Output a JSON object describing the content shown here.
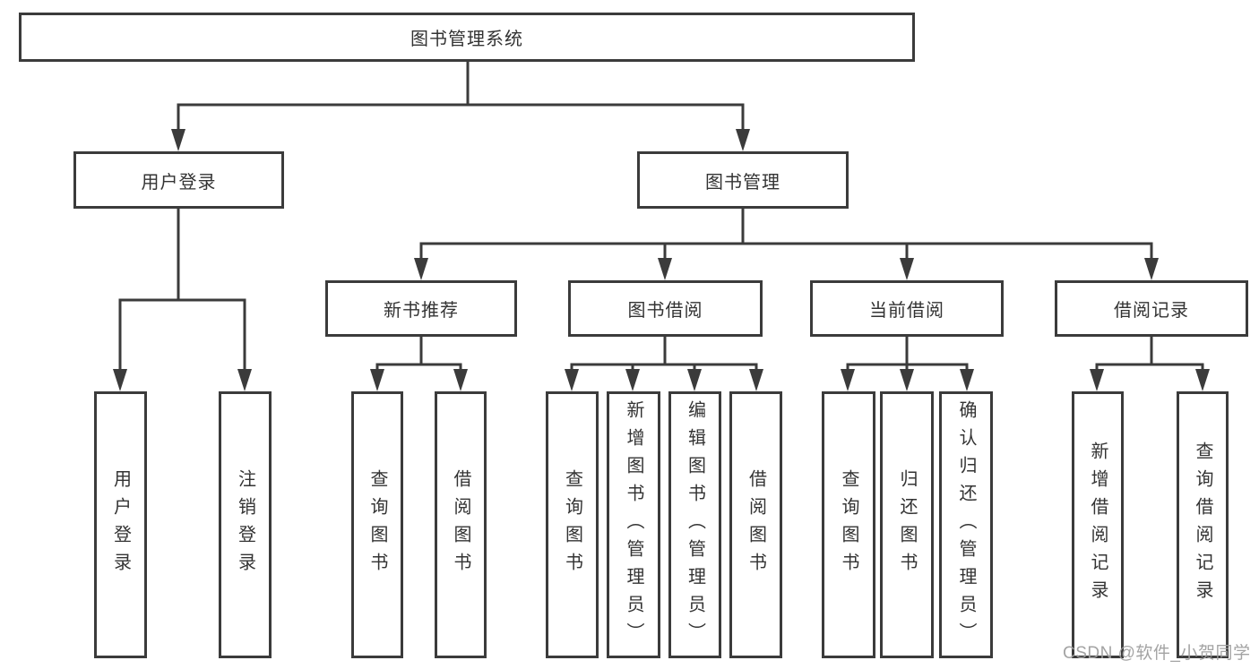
{
  "diagram": {
    "title": "图书管理系统",
    "children": [
      {
        "label": "用户登录",
        "children": [
          {
            "label": "用户登录"
          },
          {
            "label": "注销登录"
          }
        ]
      },
      {
        "label": "图书管理",
        "children": [
          {
            "label": "新书推荐",
            "children": [
              {
                "label": "查询图书"
              },
              {
                "label": "借阅图书"
              }
            ]
          },
          {
            "label": "图书借阅",
            "children": [
              {
                "label": "查询图书"
              },
              {
                "label": "新增图书（管理员）"
              },
              {
                "label": "编辑图书（管理员）"
              },
              {
                "label": "借阅图书"
              }
            ]
          },
          {
            "label": "当前借阅",
            "children": [
              {
                "label": "查询图书"
              },
              {
                "label": "归还图书"
              },
              {
                "label": "确认归还（管理员）"
              }
            ]
          },
          {
            "label": "借阅记录",
            "children": [
              {
                "label": "新增借阅记录"
              },
              {
                "label": "查询借阅记录"
              }
            ]
          }
        ]
      }
    ]
  },
  "watermark": {
    "text": "CSDN @软件_小贺同学"
  },
  "colors": {
    "line": "#3b3b3b",
    "box_border": "#3b3b3b",
    "text": "#333333",
    "watermark": "#9e9e9e",
    "background": "#ffffff"
  }
}
